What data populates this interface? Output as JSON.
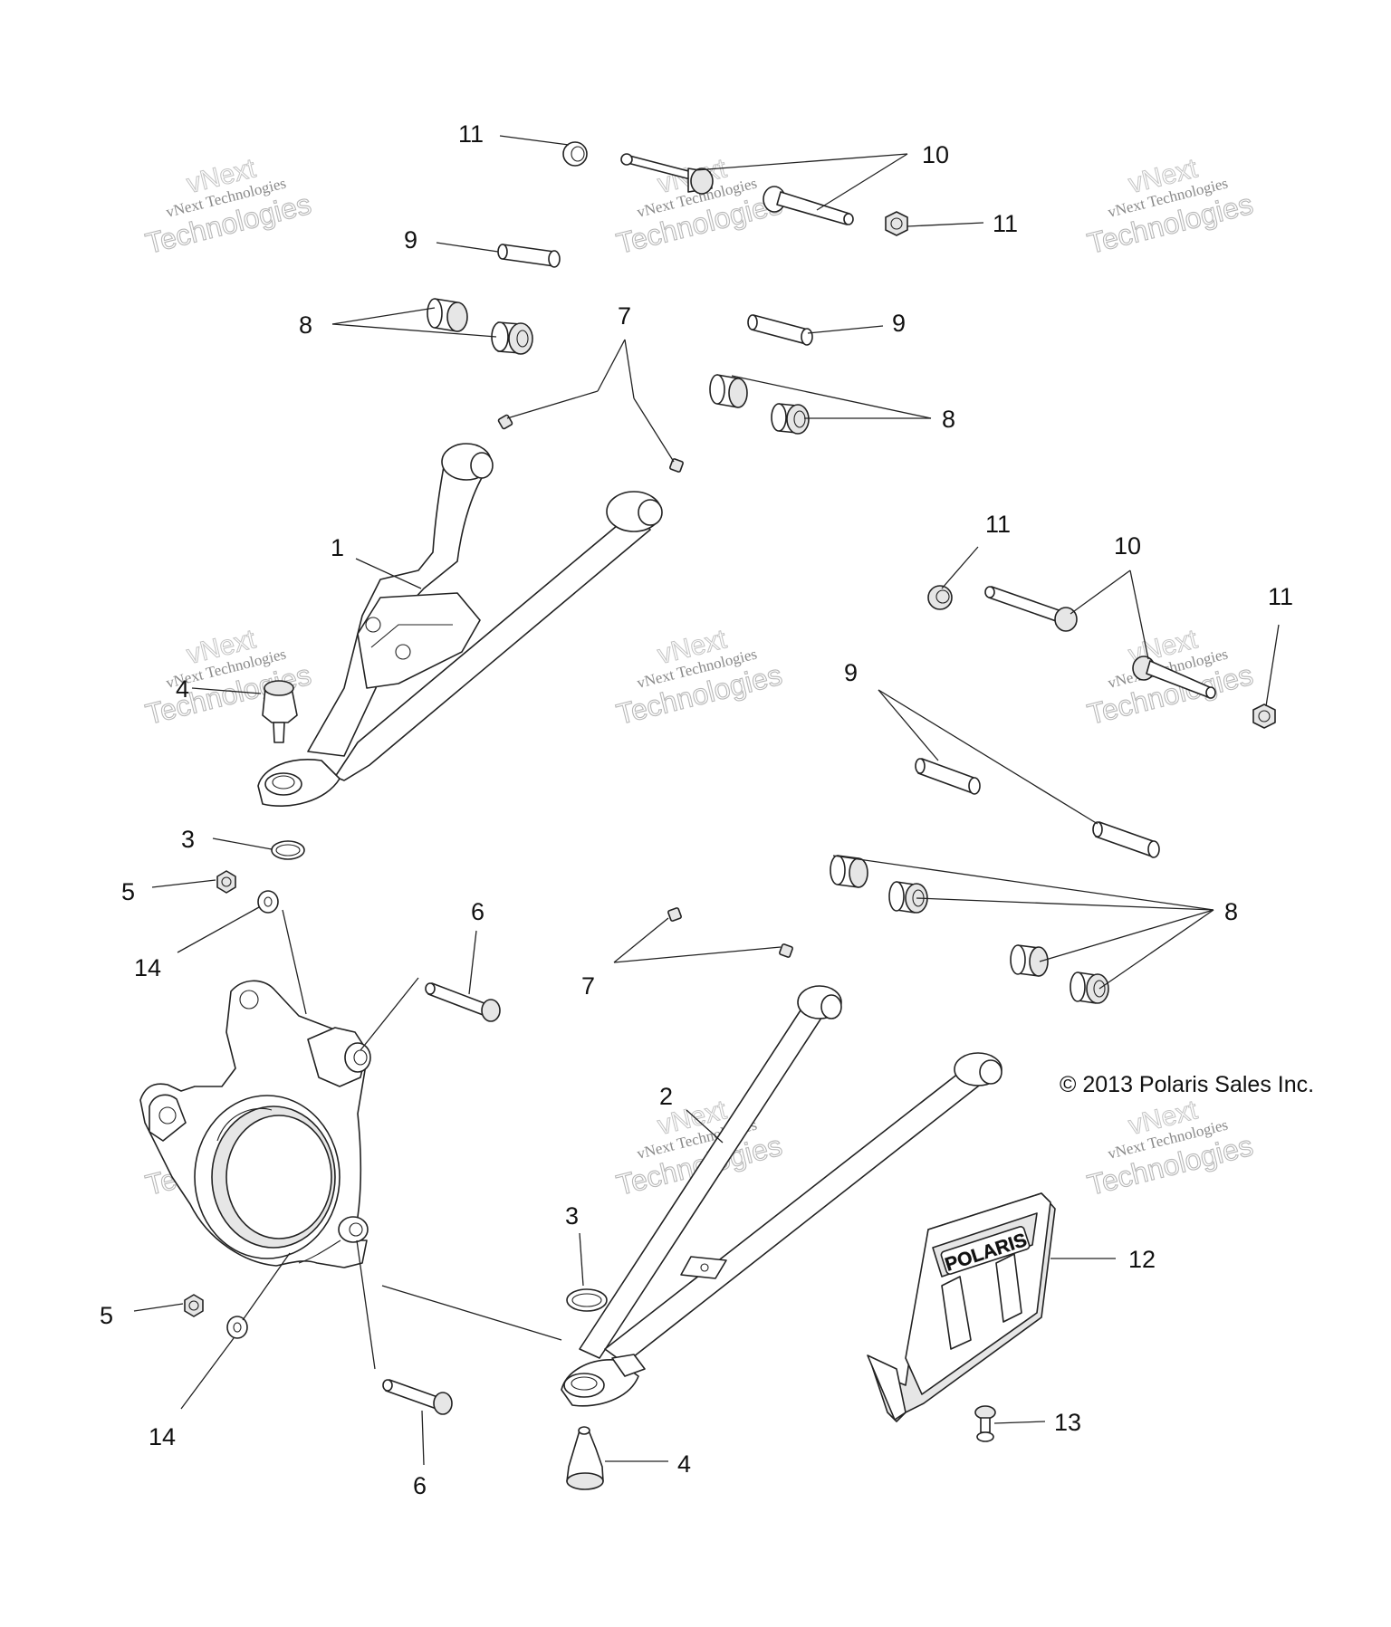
{
  "diagram": {
    "copyright": "© 2013 Polaris Sales Inc.",
    "logo_text": "POLARIS",
    "watermark": {
      "line1": "vNext Technologies",
      "line2": "Technologies",
      "line3": "vNext"
    },
    "callouts": [
      "1",
      "2",
      "3",
      "3",
      "4",
      "4",
      "5",
      "5",
      "6",
      "6",
      "7",
      "7",
      "8",
      "8",
      "8",
      "9",
      "9",
      "9",
      "10",
      "10",
      "11",
      "11",
      "11",
      "11",
      "12",
      "13",
      "14",
      "14"
    ]
  }
}
